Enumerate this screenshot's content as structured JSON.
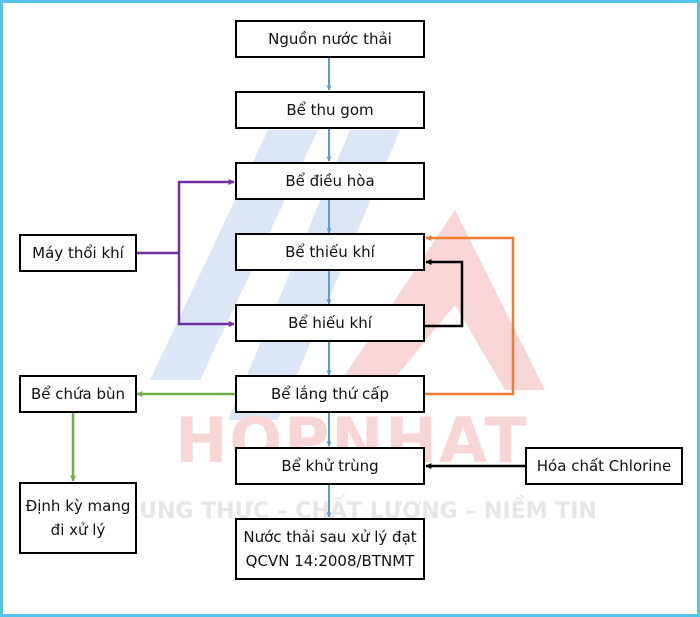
{
  "colors": {
    "frame": "#56c4e8",
    "flow_arrow": "#5b9bd5",
    "air": "#7030a0",
    "recycle_orange": "#ed7d31",
    "recycle_black": "#000000",
    "sludge": "#70ad47",
    "watermark_blue": "#dbe6f6",
    "watermark_red": "#f8d6d6"
  },
  "watermark": {
    "brand": "HOPNHAT",
    "slogan": "TRUNG THỰC – CHẤT LƯỢNG – NIỀM TIN"
  },
  "nodes": {
    "source": [
      "Nguồn nước thải"
    ],
    "collection": [
      "Bể thu gom"
    ],
    "equalization": [
      "Bể điều hòa"
    ],
    "anoxic": [
      "Bể thiếu khí"
    ],
    "aerobic": [
      "Bể hiếu khí"
    ],
    "secondary_settling": [
      "Bể lắng thứ cấp"
    ],
    "disinfection": [
      "Bể khử trùng"
    ],
    "effluent": [
      "Nước thải sau xử lý đạt",
      "QCVN 14:2008/BTNMT"
    ],
    "blower": [
      "Máy thổi khí"
    ],
    "sludge_tank": [
      "Bể chứa bùn"
    ],
    "sludge_disposal": [
      "Định kỳ mang",
      "đi xử lý"
    ],
    "chlorine": [
      "Hóa chất Chlorine"
    ]
  }
}
